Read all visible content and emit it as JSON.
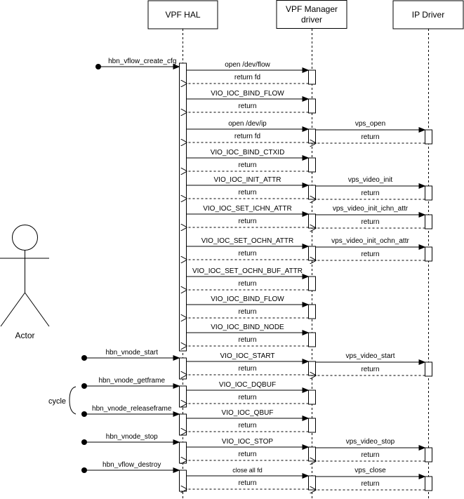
{
  "title": "VPF sequence diagram",
  "actor": {
    "label": "Actor"
  },
  "participants": [
    {
      "id": "hal",
      "label_lines": [
        "VPF HAL"
      ]
    },
    {
      "id": "mgr",
      "label_lines": [
        "VPF Manager",
        "driver"
      ]
    },
    {
      "id": "ip",
      "label_lines": [
        "IP Driver"
      ]
    }
  ],
  "cycle_label": "cycle",
  "api_calls": [
    {
      "label": "hbn_vflow_create_cfg"
    },
    {
      "label": "hbn_vnode_start"
    },
    {
      "label": "hbn_vnode_getframe"
    },
    {
      "label": "hbn_vnode_releaseframe"
    },
    {
      "label": "hbn_vnode_stop"
    },
    {
      "label": "hbn_vflow_destroy"
    }
  ],
  "messages": [
    {
      "group": 0,
      "label": "open /dev/flow",
      "reply": "return fd",
      "ip_call": null,
      "ip_reply": null
    },
    {
      "group": 0,
      "label": "VIO_IOC_BIND_FLOW",
      "reply": "return",
      "ip_call": null,
      "ip_reply": null
    },
    {
      "group": 0,
      "label": "open /dev/ip",
      "reply": "return fd",
      "ip_call": "vps_open",
      "ip_reply": "return"
    },
    {
      "group": 0,
      "label": "VIO_IOC_BIND_CTXID",
      "reply": "return",
      "ip_call": null,
      "ip_reply": null
    },
    {
      "group": 0,
      "label": "VIO_IOC_INIT_ATTR",
      "reply": "return",
      "ip_call": "vps_video_init",
      "ip_reply": "return"
    },
    {
      "group": 0,
      "label": "VIO_IOC_SET_ICHN_ATTR",
      "reply": "return",
      "ip_call": "vps_video_init_ichn_attr",
      "ip_reply": "return"
    },
    {
      "group": 0,
      "label": "VIO_IOC_SET_OCHN_ATTR",
      "reply": "return",
      "ip_call": "vps_video_init_ochn_attr",
      "ip_reply": "return"
    },
    {
      "group": 0,
      "label": "VIO_IOC_SET_OCHN_BUF_ATTR",
      "reply": "return",
      "ip_call": null,
      "ip_reply": null
    },
    {
      "group": 0,
      "label": "VIO_IOC_BIND_FLOW",
      "reply": "return",
      "ip_call": null,
      "ip_reply": null
    },
    {
      "group": 0,
      "label": "VIO_IOC_BIND_NODE",
      "reply": "return",
      "ip_call": null,
      "ip_reply": null
    },
    {
      "group": 1,
      "label": "VIO_IOC_START",
      "reply": "return",
      "ip_call": "vps_video_start",
      "ip_reply": "return"
    },
    {
      "group": 2,
      "label": "VIO_IOC_DQBUF",
      "reply": "return",
      "ip_call": null,
      "ip_reply": null
    },
    {
      "group": 3,
      "label": "VIO_IOC_QBUF",
      "reply": "return",
      "ip_call": null,
      "ip_reply": null
    },
    {
      "group": 4,
      "label": "VIO_IOC_STOP",
      "reply": "return",
      "ip_call": "vps_video_stop",
      "ip_reply": "return"
    },
    {
      "group": 5,
      "label": "close all fd",
      "reply": "return",
      "ip_call": "vps_close",
      "ip_reply": "return"
    }
  ]
}
